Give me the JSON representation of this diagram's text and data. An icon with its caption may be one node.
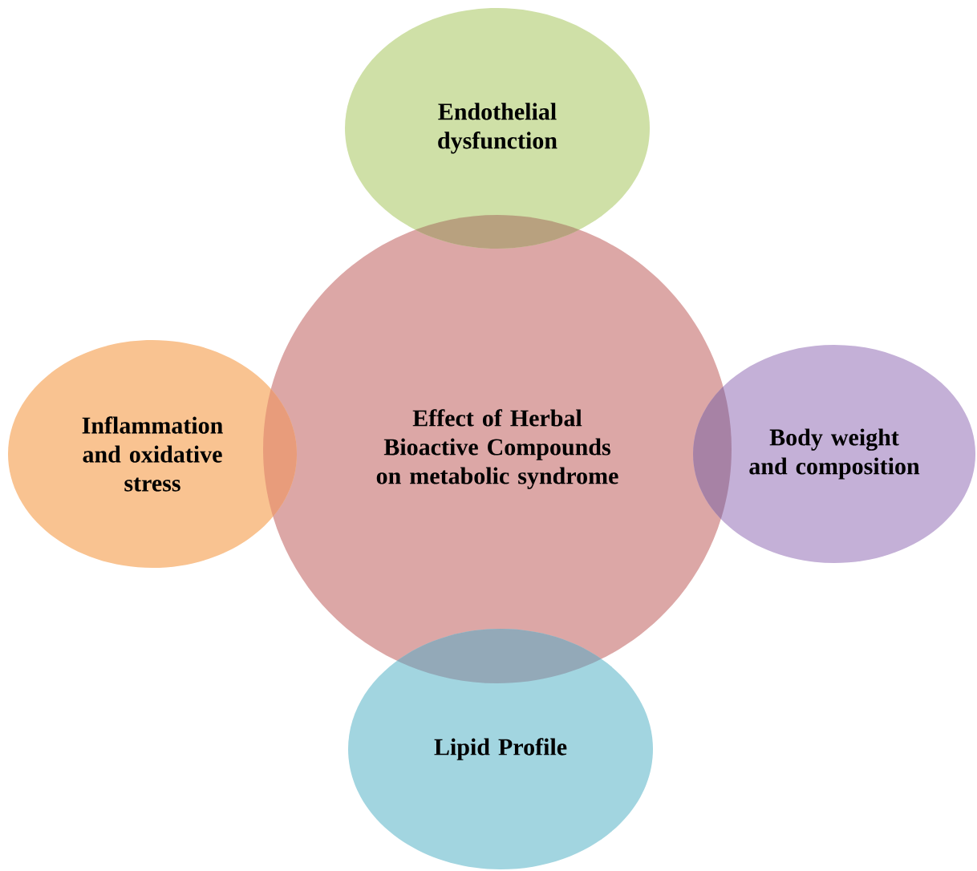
{
  "diagram": {
    "nodes": [
      {
        "text": [
          "Endothelial dysfunction"
        ]
      },
      {
        "text": [
          "Inflammation and oxidative stress"
        ]
      },
      {
        "text": [
          "Effect of Herbal Bioactive Compounds on metabolic syndrome"
        ]
      },
      {
        "text": [
          "Body weight and composition"
        ]
      },
      {
        "text": [
          "Lipid Profile"
        ]
      }
    ]
  }
}
